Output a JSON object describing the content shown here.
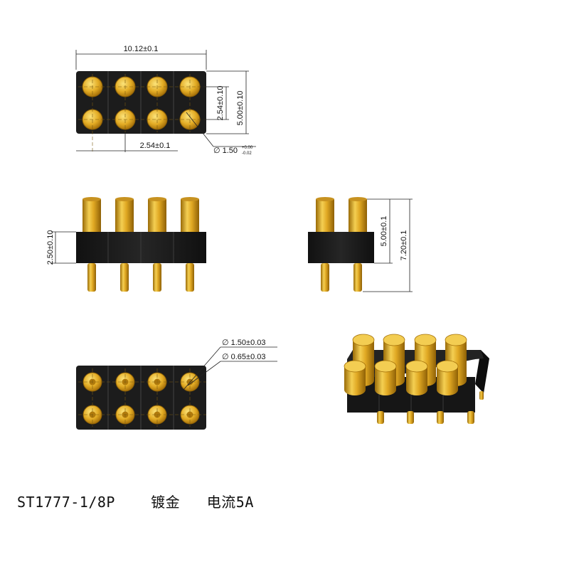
{
  "top_view": {
    "width_dim": "10.12±0.1",
    "pitch_v_dim": "2.54±0.10",
    "height_dim": "5.00±0.10",
    "pitch_h_dim": "2.54±0.1",
    "hole_dim_main": "∅ 1.50",
    "hole_tol_plus": "+0.00",
    "hole_tol_minus": "-0.02"
  },
  "front_view": {
    "body_height_dim": "2.50±0.10"
  },
  "side_view": {
    "pin_height_dim": "5.00±0.1",
    "total_height_dim": "7.20±0.1"
  },
  "bottom_view": {
    "outer_dia_dim": "∅ 1.50±0.03",
    "inner_dia_dim": "∅ 0.65±0.03"
  },
  "caption": {
    "part": "ST1777-1/8P",
    "plating": "镀金",
    "current": "电流5A"
  },
  "colors": {
    "body": "#1c1c1c",
    "gold": "#d9a21e",
    "gold_light": "#f7d45a",
    "gold_dark": "#9a6b08",
    "line": "#222222"
  }
}
